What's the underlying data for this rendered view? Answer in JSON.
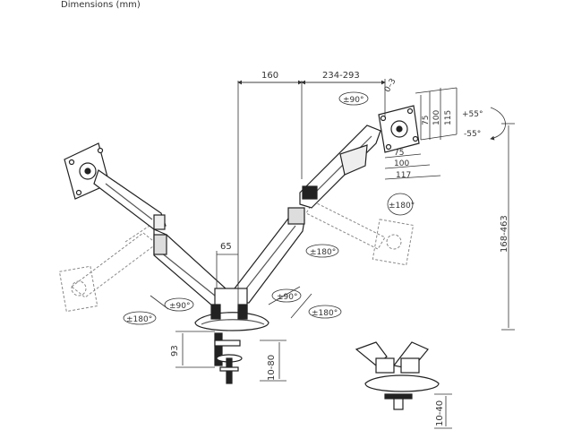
{
  "title": "Dimensions (mm)",
  "dimensions": {
    "arm_offset": "160",
    "arm_reach": "234-293",
    "tilt_angle": "0–3",
    "vesa_75": "75",
    "vesa_100": "100",
    "vesa_115": "115",
    "vesa_h75": "75",
    "vesa_h100": "100",
    "vesa_h117": "117",
    "pole_offset": "65",
    "height_range": "168-463",
    "clamp_height": "93",
    "desk_range": "10-80",
    "grommet_range": "10-40"
  },
  "rotations": {
    "top_swivel": "±90°",
    "plus_tilt": "+55°",
    "minus_tilt": "-55°",
    "right_rotate": "±180°",
    "mid_rotate": "±180°",
    "left_swivel": "±90°",
    "left_rotate": "±180°",
    "base_swivel": "±90°",
    "base_rotate": "±180°"
  }
}
